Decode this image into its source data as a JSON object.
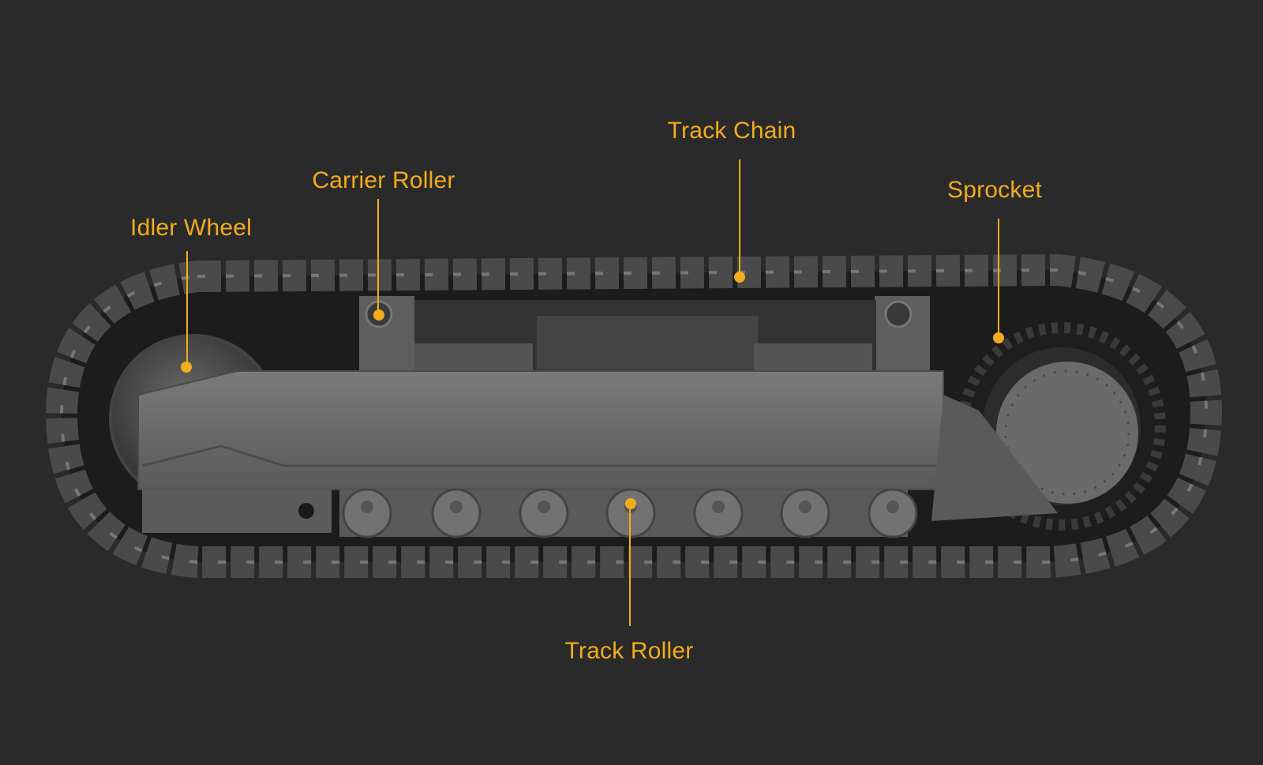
{
  "labels": {
    "idler_wheel": "Idler Wheel",
    "carrier_roller": "Carrier Roller",
    "track_chain": "Track Chain",
    "sprocket": "Sprocket",
    "track_roller": "Track Roller"
  },
  "colors": {
    "background": "#2a2a2a",
    "accent": "#f2ac1c",
    "metal": "#6e6e6e"
  }
}
